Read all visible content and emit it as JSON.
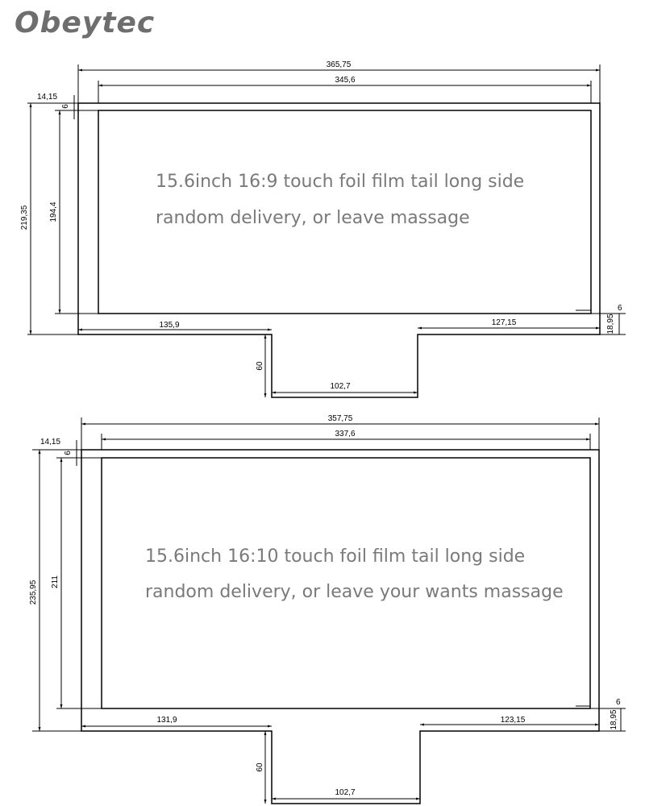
{
  "brand": "Obeytec",
  "diagrams": [
    {
      "note_line1": "15.6inch 16:9 touch foil film tail long side",
      "note_line2": "random delivery, or leave massage",
      "dims": {
        "overall_width": "365,75",
        "view_width": "345,6",
        "side_margin": "14,15",
        "top_gap": "6",
        "overall_height": "219,35",
        "view_height": "194,4",
        "left_flange": "135,9",
        "right_flange": "127,15",
        "tail_width": "102,7",
        "tail_height": "60",
        "right_gap": "6",
        "bottom_margin": "18,95"
      }
    },
    {
      "note_line1": "15.6inch 16:10 touch foil film tail long side",
      "note_line2": "random delivery, or leave your wants massage",
      "dims": {
        "overall_width": "357,75",
        "view_width": "337,6",
        "side_margin": "14,15",
        "top_gap": "6",
        "overall_height": "235,95",
        "view_height": "211",
        "left_flange": "131,9",
        "right_flange": "123,15",
        "tail_width": "102,7",
        "tail_height": "60",
        "right_gap": "6",
        "bottom_margin": "18,95"
      }
    }
  ]
}
